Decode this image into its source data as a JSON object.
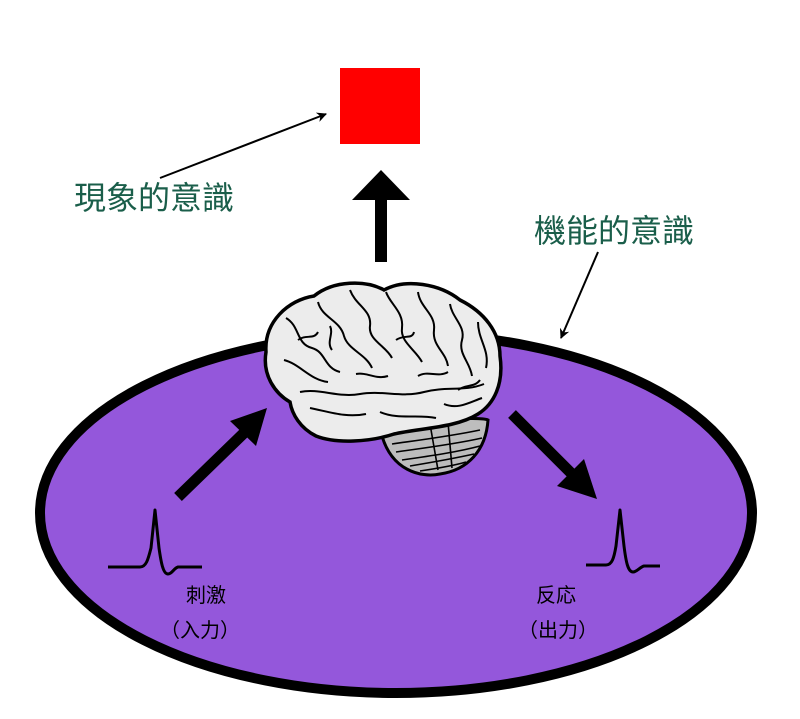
{
  "labels": {
    "phenomenal": "現象的意識",
    "functional": "機能的意識",
    "stimulus": "刺激",
    "input": "（入力）",
    "response": "反応",
    "output": "（出力）"
  },
  "colors": {
    "disc_fill": "#9457db",
    "disc_stroke": "#000000",
    "qualia_square": "#ff0000",
    "label_green": "#1a5e4a",
    "brain_fill": "#ececec",
    "cerebellum_fill": "#bdbdbd"
  },
  "icons": {
    "brain": "brain-icon",
    "stimulus_signal": "action-potential-icon",
    "response_signal": "action-potential-icon"
  }
}
